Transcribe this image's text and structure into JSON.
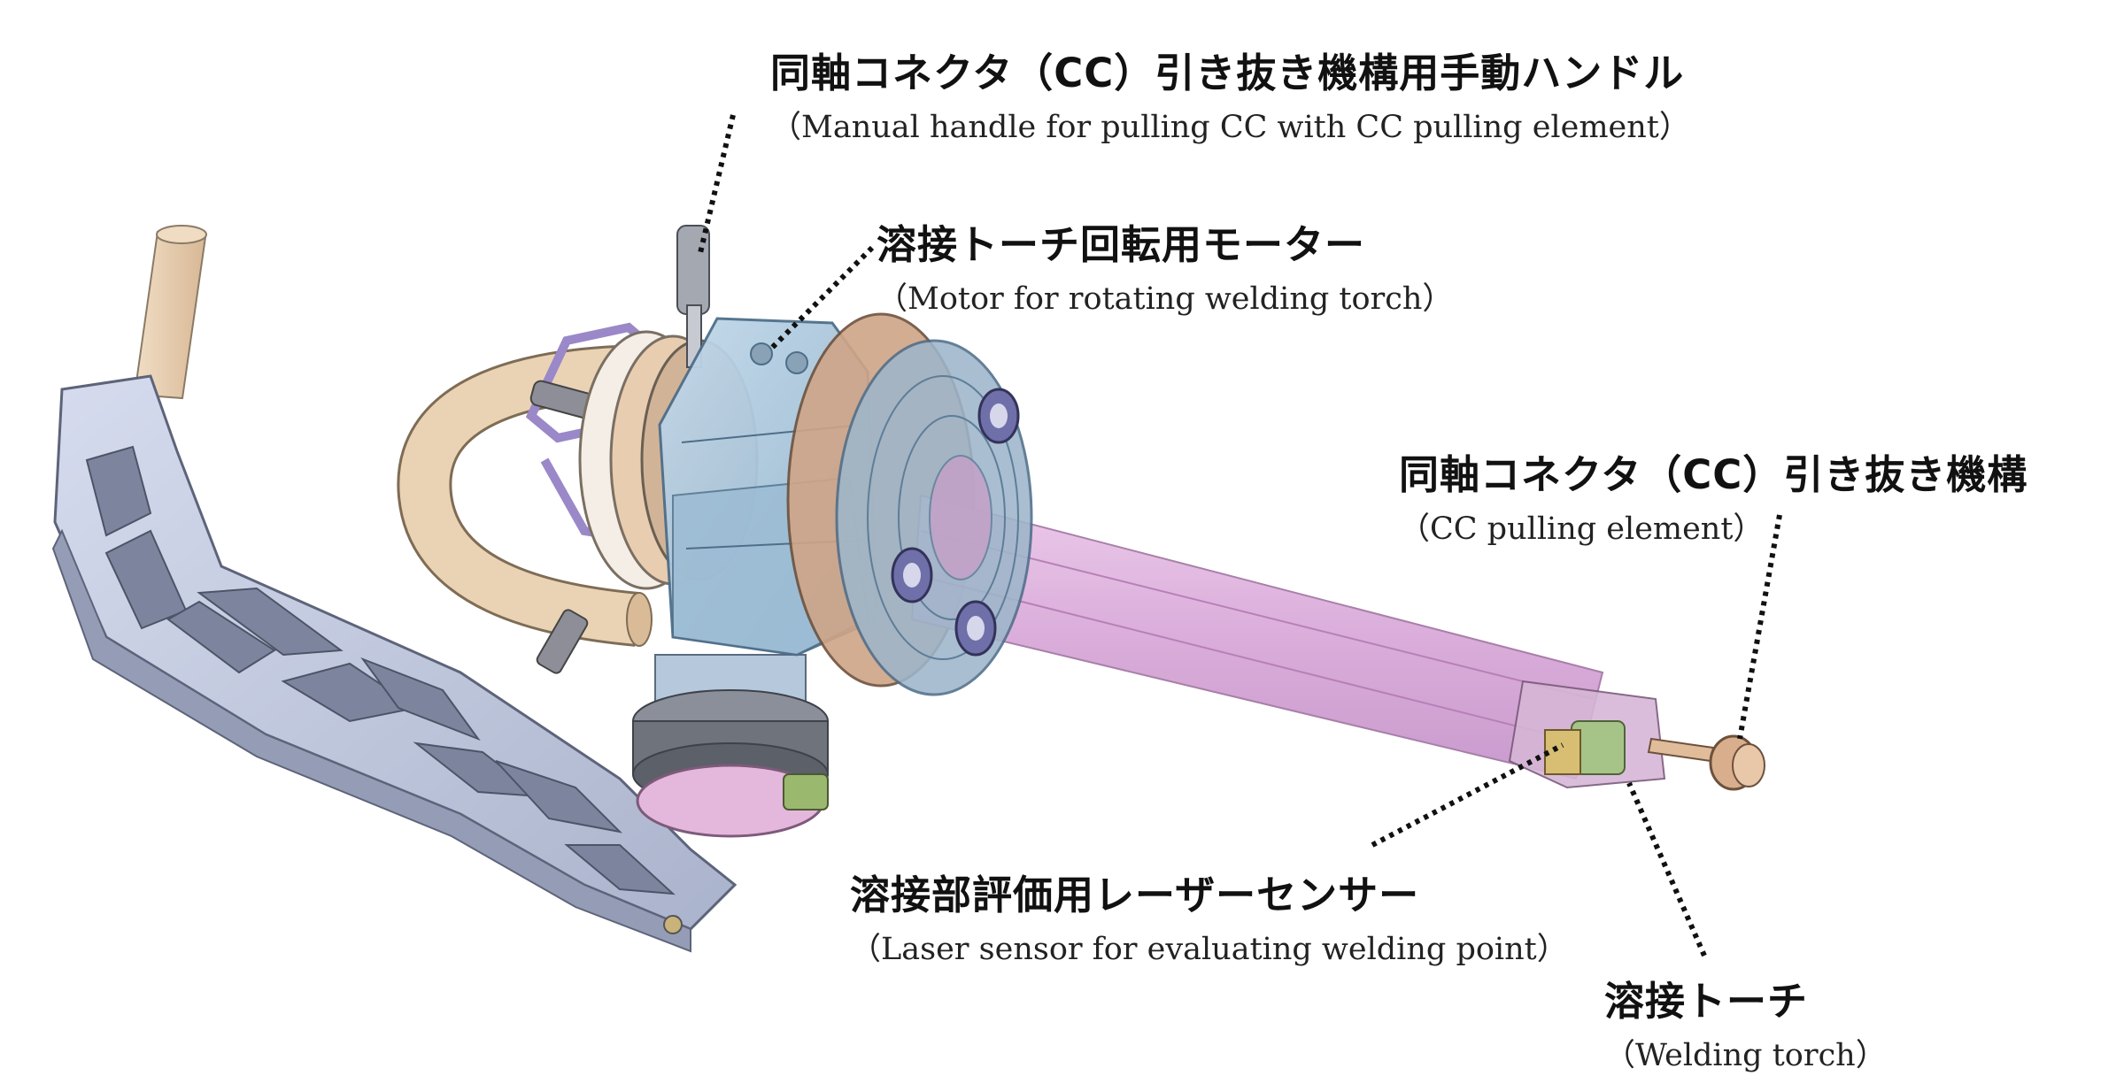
{
  "callouts": [
    {
      "id": "cc-handle",
      "jp": "同軸コネクタ（CC）引き抜き機構用手動ハンドル",
      "en": "（Manual handle for pulling CC with CC pulling element）"
    },
    {
      "id": "torch-motor",
      "jp": "溶接トーチ回転用モーター",
      "en": "（Motor for rotating welding torch）"
    },
    {
      "id": "cc-pulling",
      "jp": "同軸コネクタ（CC）引き抜き機構",
      "en": "（CC pulling element）"
    },
    {
      "id": "laser-sensor",
      "jp": "溶接部評価用レーザーセンサー",
      "en": "（Laser sensor for evaluating welding point）"
    },
    {
      "id": "welding-torch",
      "jp": "溶接トーチ",
      "en": "（Welding torch）"
    }
  ],
  "colors": {
    "arm": "#c9d2e8",
    "arm_shadow": "#8f98b3",
    "housing": "#a9c6dc",
    "shaft": "#d9a6d8",
    "copper": "#d5a888",
    "pipe": "#e8cfae",
    "bolt": "#6f6fa9"
  }
}
